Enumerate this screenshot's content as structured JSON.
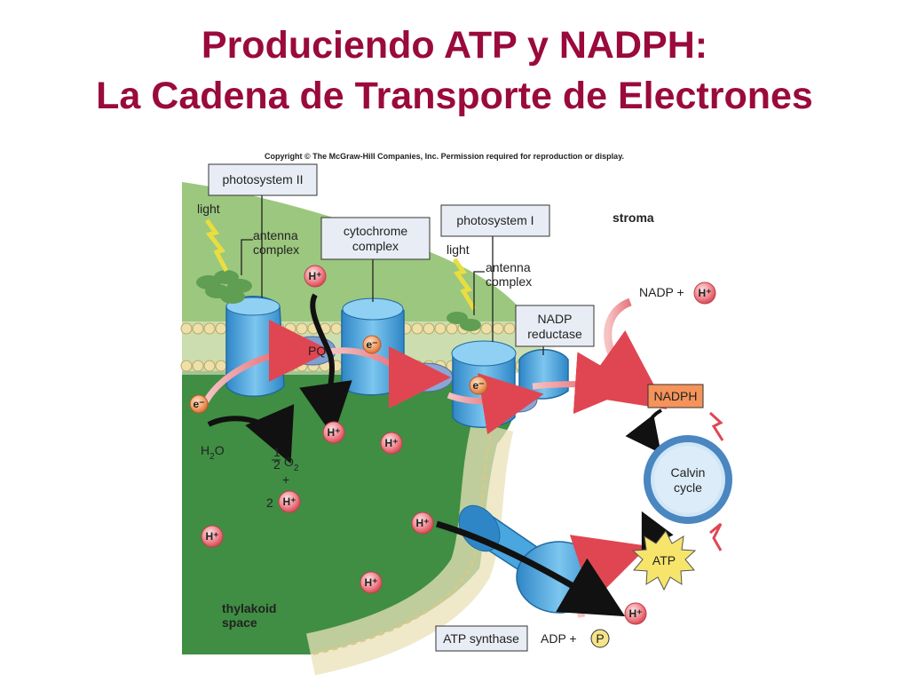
{
  "title": {
    "line1": "Produciendo ATP y NADPH:",
    "line2": "La Cadena de Transporte de Electrones"
  },
  "copyright": "Copyright © The McGraw-Hill Companies, Inc. Permission required for reproduction or display.",
  "labels": {
    "photosystem2": "photosystem II",
    "cytochrome_line1": "cytochrome",
    "cytochrome_line2": "complex",
    "photosystem1": "photosystem I",
    "stroma": "stroma",
    "light1": "light",
    "antenna1_line1": "antenna",
    "antenna1_line2": "complex",
    "light2": "light",
    "antenna2_line1": "antenna",
    "antenna2_line2": "complex",
    "nadp_reductase_line1": "NADP",
    "nadp_reductase_line2": "reductase",
    "nadp_plus": "NADP +",
    "nadph": "NADPH",
    "calvin_line1": "Calvin",
    "calvin_line2": "cycle",
    "atp": "ATP",
    "pq": "PQ",
    "water": "H",
    "water_sub": "2",
    "water_o": "O",
    "half": "1",
    "half_den": "2",
    "o2": "O",
    "o2_sub": "2",
    "plus": "+",
    "two": "2",
    "thylakoid_line1": "thylakoid",
    "thylakoid_line2": "space",
    "atp_synthase": "ATP synthase",
    "adp_plus": "ADP +",
    "phosphate": "P",
    "electron": "e⁻",
    "proton": "H⁺"
  },
  "colors": {
    "title": "#9a0a3c",
    "stroma_green": "#9cc77e",
    "thylakoid_green": "#3f8e43",
    "protein_blue": "#4aa6de",
    "proton_red": "#e5606a",
    "nadph_orange": "#f5935a"
  }
}
